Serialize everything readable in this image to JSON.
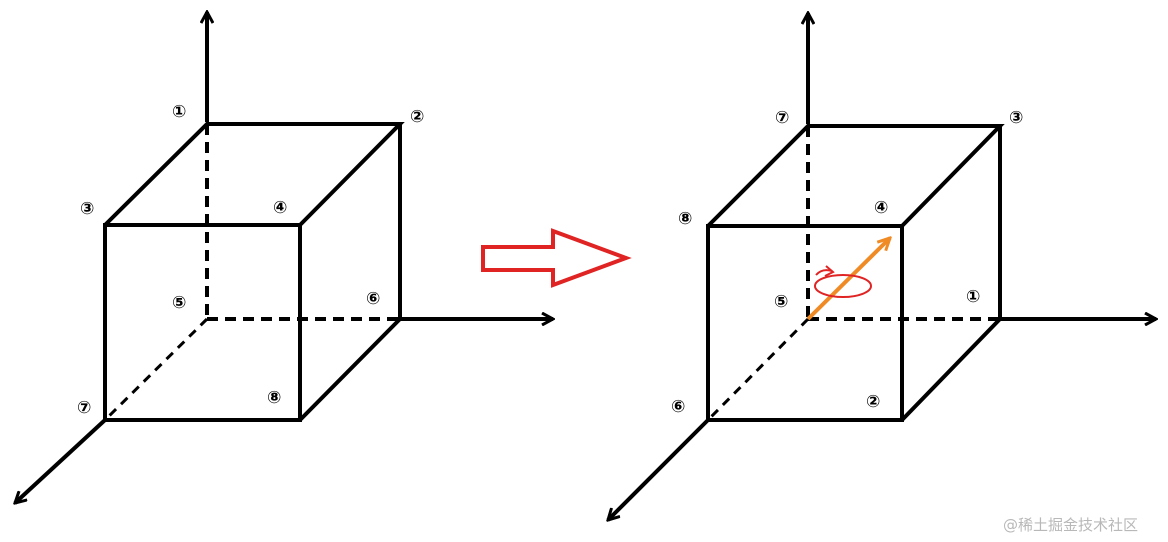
{
  "left_cube": {
    "labels": {
      "v1": "①",
      "v2": "②",
      "v3": "③",
      "v4": "④",
      "v5": "⑤",
      "v6": "⑥",
      "v7": "⑦",
      "v8": "⑧"
    }
  },
  "right_cube": {
    "labels": {
      "v1": "⑦",
      "v2": "③",
      "v3": "⑧",
      "v4": "④",
      "v5": "⑤",
      "v6": "①",
      "v7": "⑥",
      "v8": "②"
    }
  },
  "colors": {
    "line": "#000000",
    "transform_arrow": "#e02424",
    "rotation_axis": "#f08a24",
    "rotation_mark": "#e02424",
    "watermark": "#b8b8b8"
  },
  "icons": {
    "transform": "right-hollow-arrow-icon",
    "rotation": "rotation-circle-icon"
  },
  "watermark": "@稀土掘金技术社区"
}
